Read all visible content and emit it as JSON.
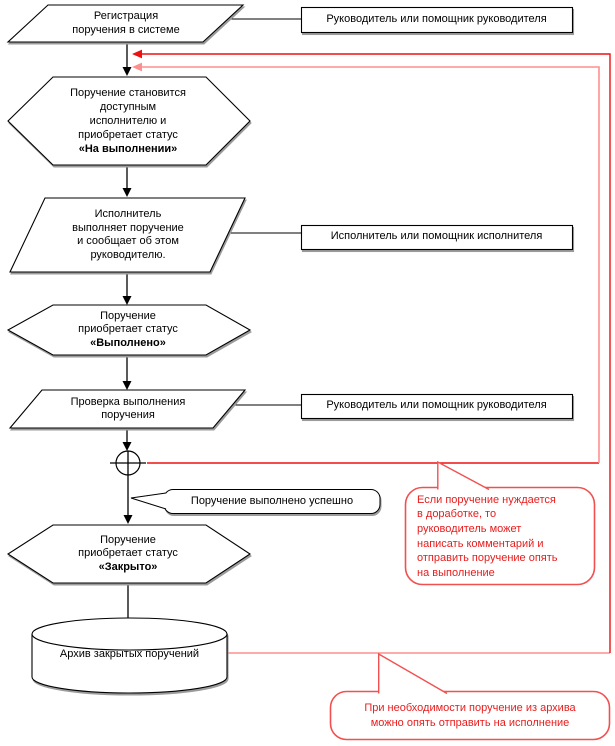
{
  "colors": {
    "feedback_red": "#ee1111",
    "feedback_pink": "#ff8f8f",
    "callout_border_red": "#f25050",
    "callout_text_red": "#e81c1c",
    "shape_border": "#000000",
    "shape_shadow": "#9b9b9b",
    "background": "#ffffff"
  },
  "nodes": {
    "registration": {
      "lines": [
        "Регистрация",
        "поручения в системе"
      ]
    },
    "actor_manager_top": {
      "label": "Руководитель или помощник руководителя"
    },
    "hex_in_progress": {
      "lines": [
        "Поручение становится",
        "доступным",
        "исполнителю и",
        "приобретает статус"
      ],
      "bold": "«На выполнении»"
    },
    "executor_performs": {
      "lines": [
        "Исполнитель",
        "выполняет поручение",
        "и сообщает об этом",
        "руководителю."
      ]
    },
    "actor_executor": {
      "label": "Исполнитель или помощник исполнителя"
    },
    "hex_done": {
      "lines": [
        "Поручение",
        "приобретает статус"
      ],
      "bold": "«Выполнено»"
    },
    "check": {
      "lines": [
        "Проверка выполнения",
        "поручения"
      ]
    },
    "actor_manager_mid": {
      "label": "Руководитель или помощник руководителя"
    },
    "success_callout": {
      "label": "Поручение выполнено успешно"
    },
    "hex_closed": {
      "lines": [
        "Поручение",
        "приобретает статус"
      ],
      "bold": "«Закрыто»"
    },
    "archive": {
      "label": "Архив закрытых поручений"
    },
    "rework_callout": {
      "lines": [
        "Если поручение нуждается",
        "в доработке, то",
        "руководитель может",
        "написать комментарий и",
        "отправить поручение опять",
        "на выполнение"
      ]
    },
    "archive_callout": {
      "lines": [
        "При необходимости поручение из архива",
        "можно опять отправить на исполнение"
      ]
    }
  }
}
